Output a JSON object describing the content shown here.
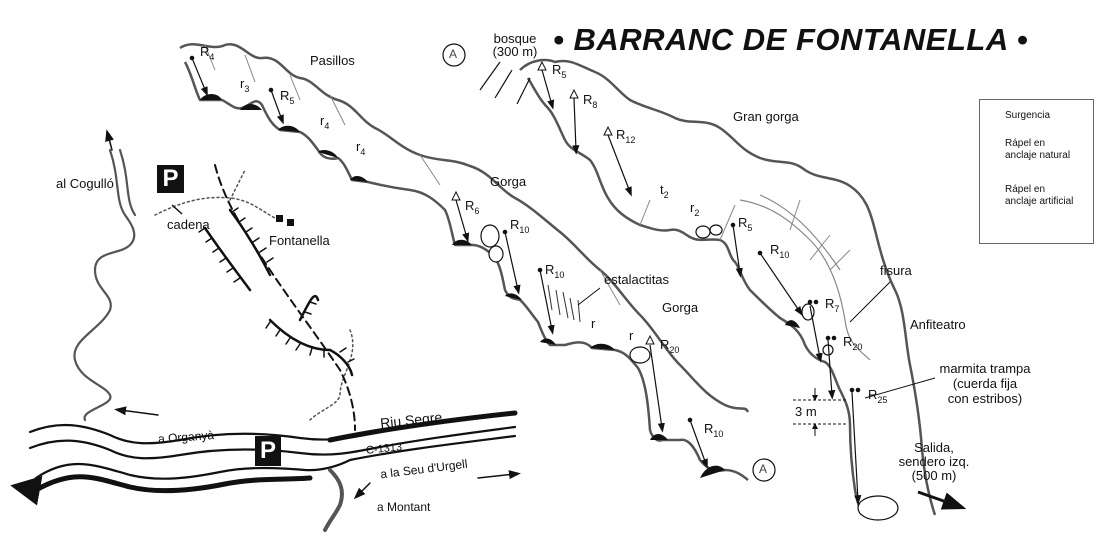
{
  "title": "• BARRANC DE FONTANELLA •",
  "sections": {
    "pasillos": "Pasillos",
    "gorga_1": "Gorga",
    "gorga_2": "Gorga",
    "gran_gorga": "Gran gorga",
    "anfiteatro": "Anfiteatro",
    "estalactitas": "estalactitas",
    "fisura": "fisura"
  },
  "approach": {
    "marker_letter": "A",
    "bosque": "bosque",
    "bosque_distance": "(300 m)"
  },
  "exit": {
    "line1": "Salida,",
    "line2": "sendero izq.",
    "line3": "(500 m)",
    "end_marker": "A"
  },
  "marmita": {
    "line1": "marmita trampa",
    "line2": "(cuerda fija",
    "line3": "con estribos)",
    "height": "3 m"
  },
  "rappels": {
    "left_r4": {
      "prefix": "R",
      "num": "4"
    },
    "left_r3s": {
      "prefix": "r",
      "num": "3"
    },
    "left_r5": {
      "prefix": "R",
      "num": "5"
    },
    "left_r4s_a": {
      "prefix": "r",
      "num": "4"
    },
    "left_r4s_b": {
      "prefix": "r",
      "num": "4"
    },
    "g_r6": {
      "prefix": "R",
      "num": "6"
    },
    "g_r10a": {
      "prefix": "R",
      "num": "10"
    },
    "g_r10b": {
      "prefix": "R",
      "num": "10"
    },
    "g_r_a": {
      "prefix": "r",
      "num": ""
    },
    "g_r_b": {
      "prefix": "r",
      "num": ""
    },
    "g_r20": {
      "prefix": "R",
      "num": "20"
    },
    "g_r10c": {
      "prefix": "R",
      "num": "10"
    },
    "right_r5": {
      "prefix": "R",
      "num": "5"
    },
    "right_r8": {
      "prefix": "R",
      "num": "8"
    },
    "right_r12": {
      "prefix": "R",
      "num": "12"
    },
    "right_t2": {
      "prefix": "t",
      "num": "2"
    },
    "right_r2s": {
      "prefix": "r",
      "num": "2"
    },
    "right_r5b": {
      "prefix": "R",
      "num": "5"
    },
    "right_r10": {
      "prefix": "R",
      "num": "10"
    },
    "right_r7": {
      "prefix": "R",
      "num": "7"
    },
    "right_r20": {
      "prefix": "R",
      "num": "20"
    },
    "right_r25": {
      "prefix": "R",
      "num": "25"
    }
  },
  "map": {
    "al_cogullo": "al Cogulló",
    "parking": "P",
    "cadena": "cadena",
    "fontanella": "Fontanella",
    "riu_segre": "Riu Segre",
    "a_organya": "a Organyà",
    "road_code": "C-1313",
    "a_la_seu": "a la Seu d'Urgell",
    "a_montant": "a Montant"
  },
  "legend": {
    "surgencia": "Surgencia",
    "natural_line1": "Rápel en",
    "natural_line2": "anclaje natural",
    "artificial_line1": "Rápel en",
    "artificial_line2": "anclaje artificial"
  }
}
